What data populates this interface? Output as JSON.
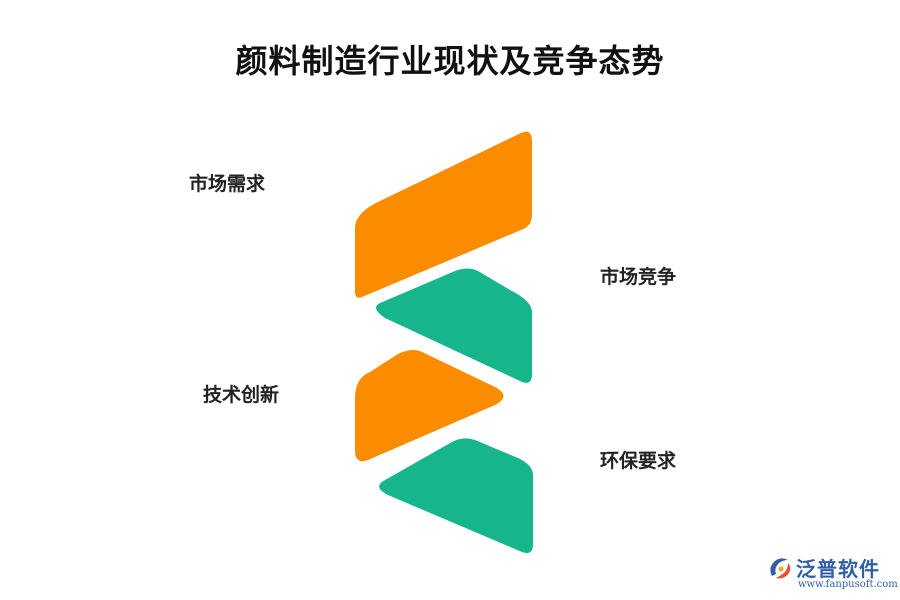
{
  "title": "颜料制造行业现状及竞争态势",
  "items": [
    {
      "label": "市场需求",
      "color": "#fb8c00"
    },
    {
      "label": "市场竞争",
      "color": "#17b58b"
    },
    {
      "label": "技术创新",
      "color": "#fb8c00"
    },
    {
      "label": "环保要求",
      "color": "#17b58b"
    }
  ],
  "logo": {
    "name": "泛普软件",
    "url": "www.fanpusoft.com",
    "icon": "fanpu-logo-icon"
  }
}
